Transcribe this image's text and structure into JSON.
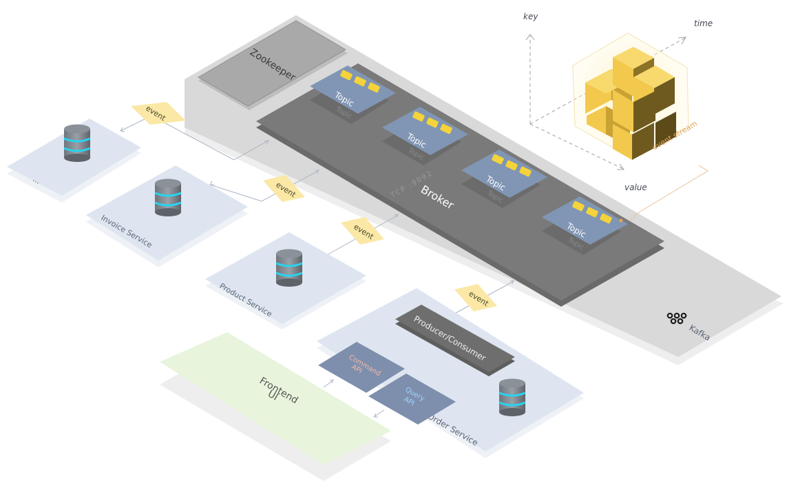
{
  "platform": {
    "name": "Kafka"
  },
  "zookeeper": {
    "label": "Zookeeper"
  },
  "broker": {
    "label": "Broker",
    "port": "TCP :9092"
  },
  "topics": [
    {
      "label": "Topic",
      "ghost": "Topic"
    },
    {
      "label": "Topic",
      "ghost": "Topic"
    },
    {
      "label": "Topic",
      "ghost": "Topic"
    },
    {
      "label": "Topic",
      "ghost": "Topic"
    }
  ],
  "events": [
    "event",
    "event",
    "event",
    "event"
  ],
  "services": {
    "unnamed": "...",
    "invoice": "Invoice Service",
    "product": "Product Service",
    "order": "Order Service"
  },
  "producer_consumer": "Producer/Consumer",
  "command_api": {
    "line1": "Command",
    "line2": "API"
  },
  "query_api": {
    "line1": "Query",
    "line2": "API"
  },
  "frontend": {
    "line1": "Frontend",
    "line2": "UI"
  },
  "event_stream": {
    "label": "event stream",
    "axes": {
      "key": "key",
      "time": "time",
      "value": "value"
    }
  },
  "colors": {
    "platform": "#d9d9d9",
    "broker": "#7a7a7a",
    "zookeeper": "#a9a9a9",
    "topic": "#8096b4",
    "event": "#fbe8a6",
    "service": "#dee5f0",
    "frontend": "#e8f5dc",
    "producer": "#6e6e6e",
    "api": "#7e8fad",
    "cube": "#f2c94c",
    "db_ring": "#27d4f0",
    "stream_accent": "#e3a65c"
  }
}
